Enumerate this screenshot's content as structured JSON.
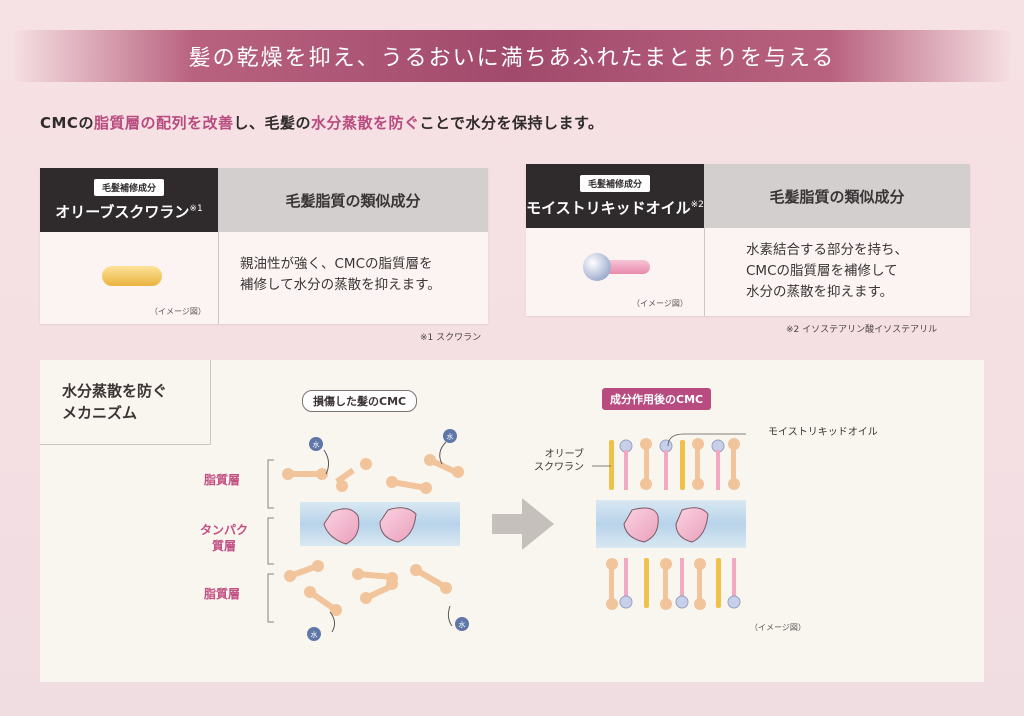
{
  "banner": {
    "title": "髪の乾燥を抑え、うるおいに満ちあふれたまとまりを与える"
  },
  "lead": {
    "p1": "CMCの",
    "h1": "脂質層の配列を改善",
    "p2": "し、毛髪の",
    "h2": "水分蒸散を防ぐ",
    "p3": "ことで水分を保持します。"
  },
  "cards": [
    {
      "badge": "毛髪補修成分",
      "name": "オリーブスクワラン",
      "note_mark": "※1",
      "heading": "毛髪脂質の類似成分",
      "image_note": "（イメージ図）",
      "desc_lines": [
        "親油性が強く、CMCの脂質層を",
        "補修して水分の蒸散を抑えます。"
      ],
      "footnote": "※1 スクワラン"
    },
    {
      "badge": "毛髪補修成分",
      "name": "モイストリキッドオイル",
      "note_mark": "※2",
      "heading": "毛髪脂質の類似成分",
      "image_note": "（イメージ図）",
      "desc_lines": [
        "水素結合する部分を持ち、",
        "CMCの脂質層を補修して",
        "水分の蒸散を抑えます。"
      ],
      "footnote": "※2 イソステアリン酸イソステアリル"
    }
  ],
  "mechanism": {
    "title": "水分蒸散を防ぐ\nメカニズム",
    "damaged_label": "損傷した髪のCMC",
    "after_label": "成分作用後のCMC",
    "layer_lipid": "脂質層",
    "layer_protein": "タンパク\n質層",
    "water": "水",
    "olive_label": "オリーブ\nスクワラン",
    "moist_label": "モイストリキッドオイル",
    "image_note": "（イメージ図）"
  },
  "colors": {
    "accent": "#b84b7f",
    "dark": "#2f2b2c",
    "olive": "#f0c14a",
    "lipid": "#f2c49c"
  }
}
